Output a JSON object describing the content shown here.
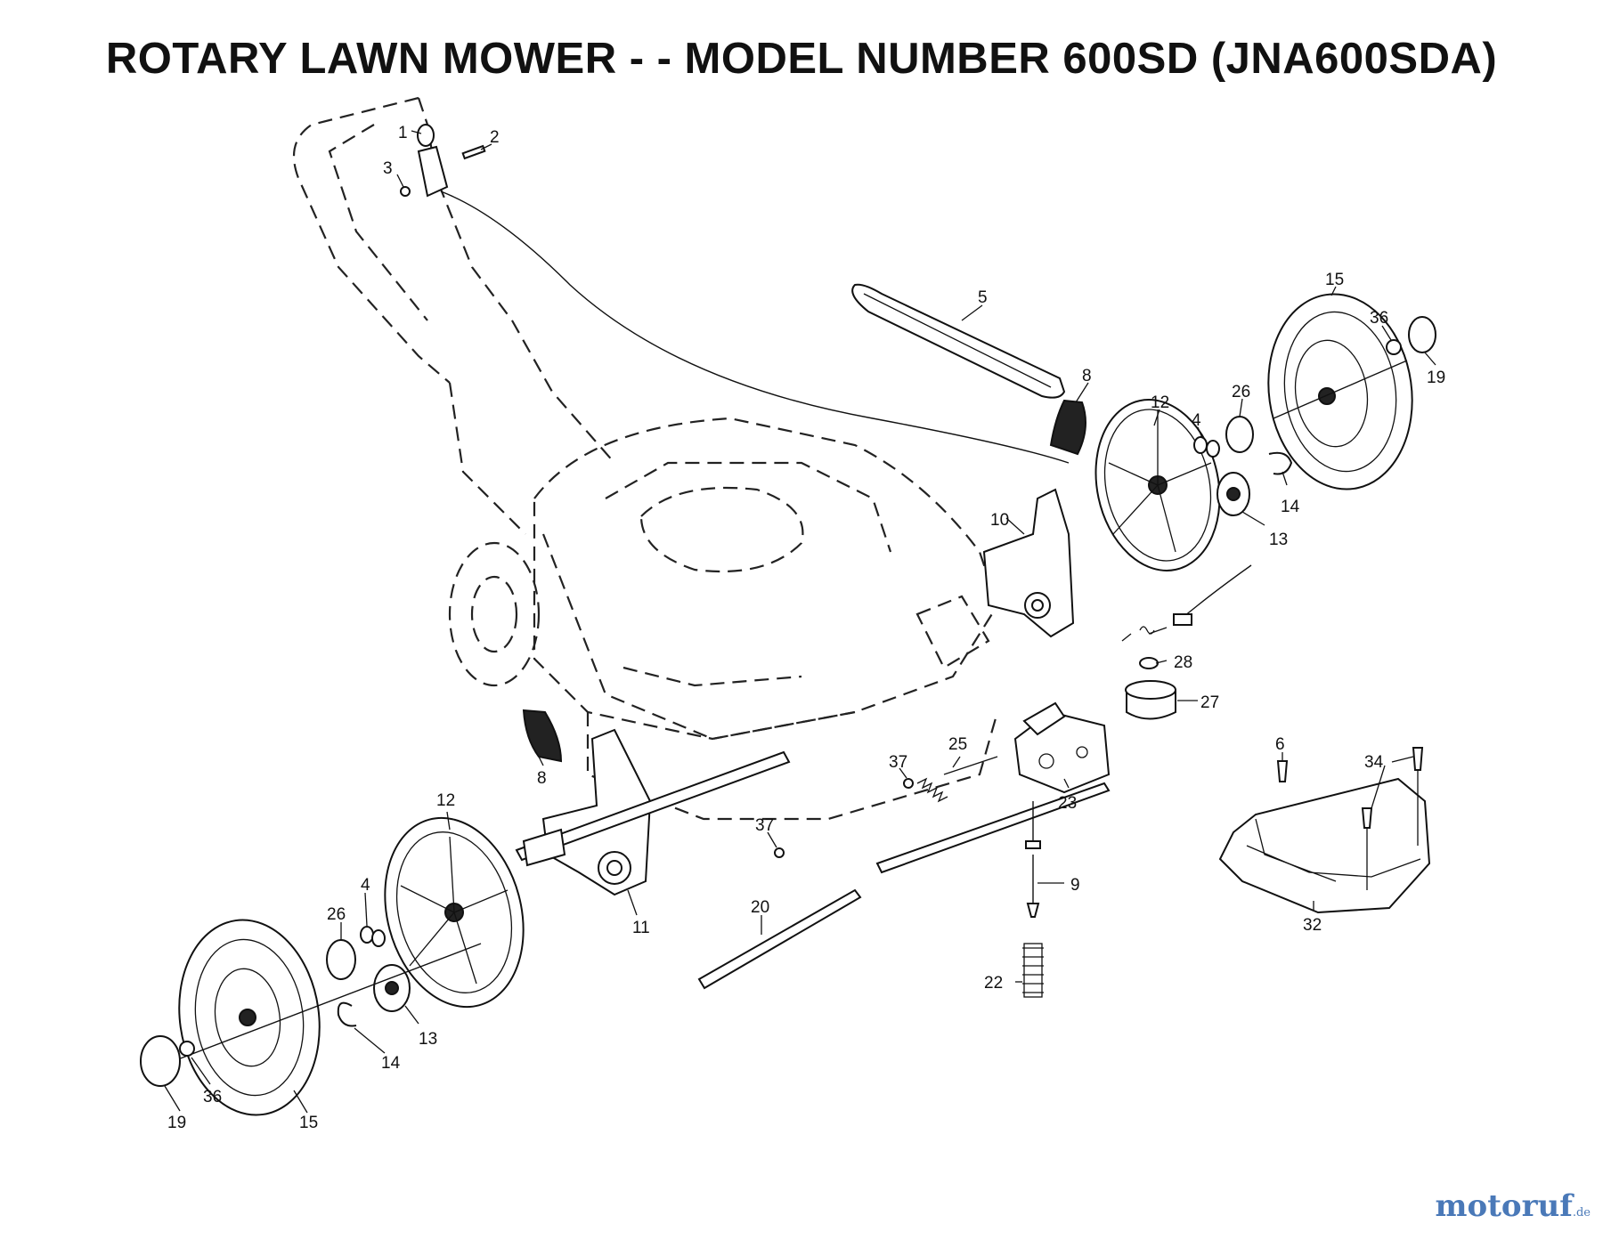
{
  "title": "ROTARY LAWN MOWER - - MODEL NUMBER 600SD (JNA600SDA)",
  "watermark": {
    "brand": "motoruf",
    "suffix": ".de"
  },
  "callouts": [
    "1",
    "2",
    "3",
    "5",
    "8",
    "12",
    "4",
    "26",
    "15",
    "36",
    "19",
    "14",
    "13",
    "10",
    "28",
    "27",
    "25",
    "37",
    "23",
    "6",
    "34",
    "9",
    "22",
    "20",
    "32",
    "8",
    "11",
    "12",
    "4",
    "26",
    "37",
    "13",
    "14",
    "36",
    "19",
    "15"
  ]
}
